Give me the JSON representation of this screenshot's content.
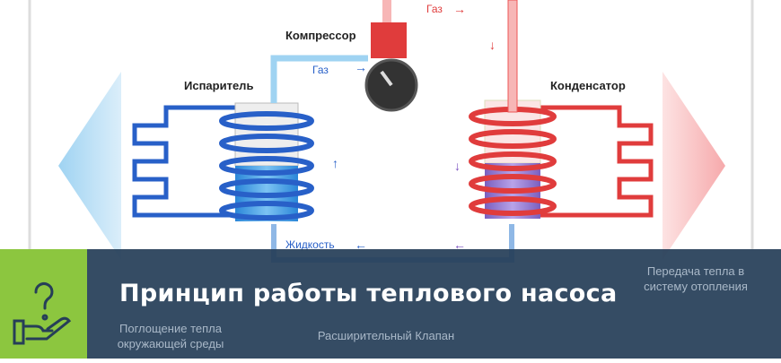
{
  "diagram": {
    "compressor": "Компрессор",
    "evaporator": "Испаритель",
    "condenser": "Конденсатор",
    "gas_left": "Газ",
    "gas_top": "Газ",
    "liquid": "Жидкость",
    "valve": "Расширительный Клапан",
    "absorb": "Поглощение тепла окружающей среды",
    "transfer": "Передача тепла в систему отопления"
  },
  "banner": {
    "title": "Принцип работы теплового насоса",
    "icon": "hand-question-icon"
  },
  "colors": {
    "navy": "#263e58",
    "green": "#8cc63f",
    "cold": "#2e6fd8",
    "hot": "#e8404a"
  }
}
